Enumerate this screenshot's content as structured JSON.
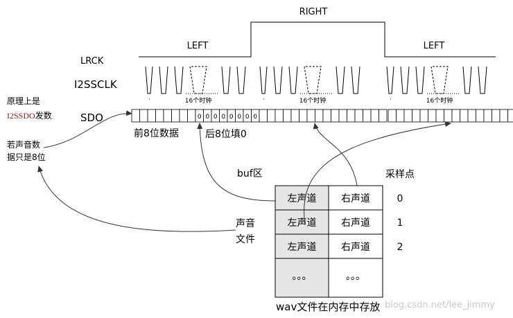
{
  "labels": {
    "right": "RIGHT",
    "left": "LEFT",
    "lrck": "LRCK",
    "i2ssclk": "I2SSCLK",
    "sdo": "SDO",
    "clk16": "16个时钟",
    "principle_line1": "原理上是",
    "principle_line2_a": "I2SSDO",
    "principle_line2_b": "发数",
    "if_line1": "若声音数",
    "if_line2": "据只是8位",
    "front8": "前8位数据",
    "back8": "后8位填0",
    "zero": "0",
    "buf": "buf区",
    "sample": "采样点",
    "sound_file_line1": "声音",
    "sound_file_line2": "文件",
    "caption": "wav文件在内存中存放",
    "watermark": "blog.csdn.net/lee_jimmy"
  },
  "table": {
    "rows": [
      {
        "left": "左声道",
        "right": "右声道",
        "sample": "0"
      },
      {
        "left": "左声道",
        "right": "右声道",
        "sample": "1"
      },
      {
        "left": "左声道",
        "right": "右声道",
        "sample": "2"
      },
      {
        "left": "。。。",
        "right": "。。。",
        "sample": ""
      }
    ]
  },
  "colors": {
    "line": "#000000",
    "cell_gray": "#e6e6e6",
    "red_text": "#8b1a1a",
    "watermark": "#c8c8c8"
  }
}
